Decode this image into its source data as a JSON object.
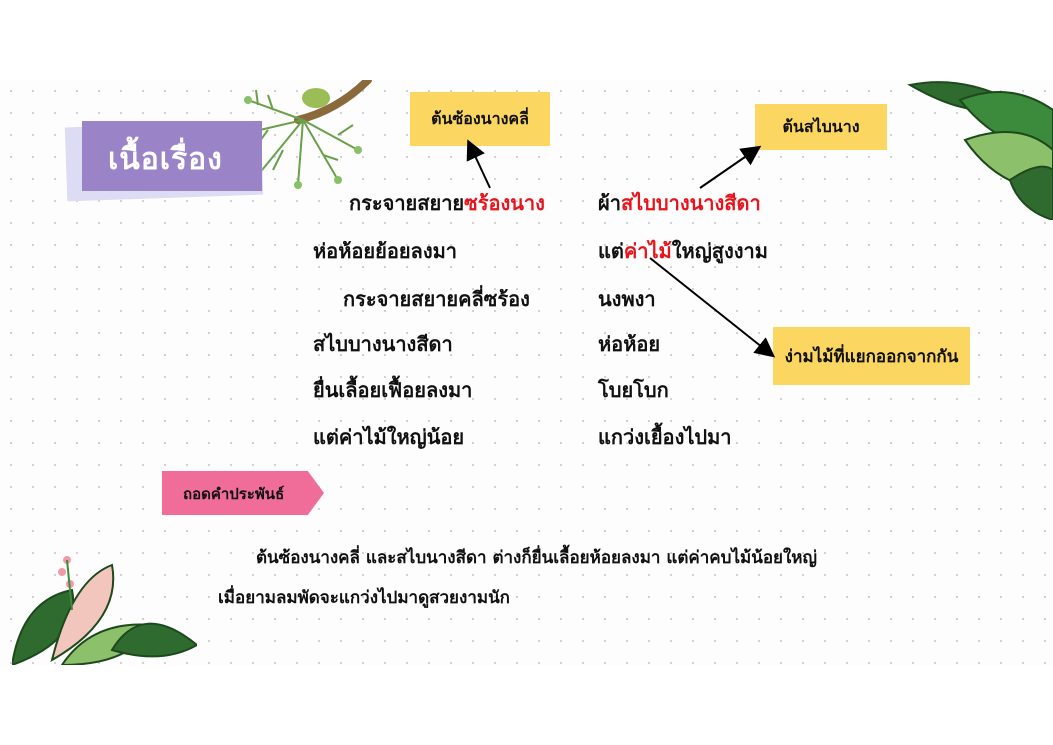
{
  "colors": {
    "title_bg": "#9b83c7",
    "label_bg": "#fbd660",
    "tag_bg": "#f06d9a",
    "highlight_red": "#e8141b"
  },
  "title": "เนื้อเรื่อง",
  "labels": {
    "top_left": "ต้นซ้องนางคลี่",
    "top_right": "ต้นสไบนาง",
    "right_middle": "ง่ามไม้ที่แยกออกจากกัน"
  },
  "poem": {
    "left": {
      "line1_prefix": "กระจายสยาย",
      "line1_highlight": "ซร้องนาง",
      "line2": "ห่อห้อยย้อยลงมา",
      "line3": "กระจายสยายคลี่ซร้อง",
      "line4": "สไบบางนางสีดา",
      "line5": "ยื่นเลื้อยเฟื้อยลงมา",
      "line6": "แต่ค่าไม้ใหญ่น้อย"
    },
    "right": {
      "line1_prefix": "ผ้า",
      "line1_highlight": "สไบบางนางสีดา",
      "line2_prefix": "แต่",
      "line2_highlight": "ค่าไม้",
      "line2_suffix": "ใหญ่สูงงาม",
      "line3": "นงพงา",
      "line4": "ห่อห้อย",
      "line5": "โบยโบก",
      "line6": "แกว่งเยื้องไปมา"
    }
  },
  "translation": {
    "tag": "ถอดคำประพันธ์",
    "line1": "ต้นซ้องนางคลี่ และสไบนางสีดา ต่างก็ยื่นเลื้อยห้อยลงมา แต่ค่าคบไม้น้อยใหญ่",
    "line2": "เมื่อยามลมพัดจะแกว่งไปมาดูสวยงามนัก"
  }
}
